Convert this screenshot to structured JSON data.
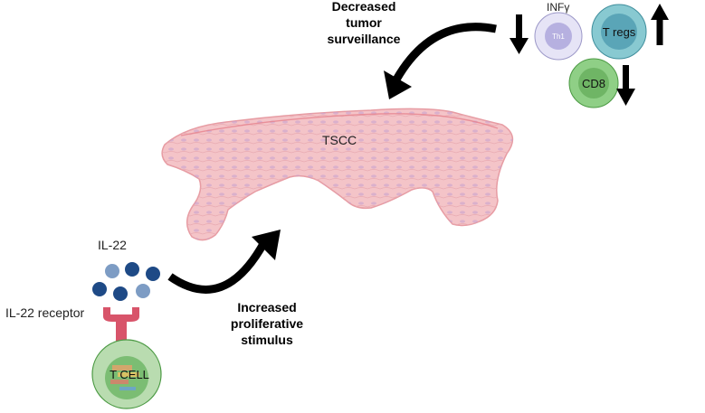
{
  "labels": {
    "decreased_surveillance": [
      "Decreased",
      "tumor",
      "surveillance"
    ],
    "increased_stimulus": [
      "Increased",
      "proliferative",
      "stimulus"
    ],
    "tissue": "TSCC",
    "cytokine": "IL-22",
    "receptor": "IL-22 receptor",
    "tcell": "T CELL",
    "interferon": "INFγ",
    "th1": "Th1",
    "tregs": "T regs",
    "cd8": "CD8"
  },
  "indicators": {
    "th1": "down",
    "tregs": "up",
    "cd8": "down"
  },
  "colors": {
    "tissue_fill": "#f4c4c8",
    "tissue_outline": "#e79ca3",
    "cytokine_dark": "#1e4a86",
    "cytokine_light": "#7d9cc4",
    "receptor": "#d8546a",
    "tcell_outer": "#b9dcb0",
    "tcell_inner": "#7bbd73",
    "th1_outer": "#e6e4f6",
    "th1_inner": "#b6b0e0",
    "tregs_outer": "#88c9d1",
    "tregs_inner": "#5aa5b7",
    "cd8_outer": "#8fcf86",
    "cd8_inner": "#6fb565",
    "arrow": "#000000"
  },
  "icons": [
    "arrow-down-icon",
    "arrow-up-icon",
    "curved-arrow-icon"
  ]
}
